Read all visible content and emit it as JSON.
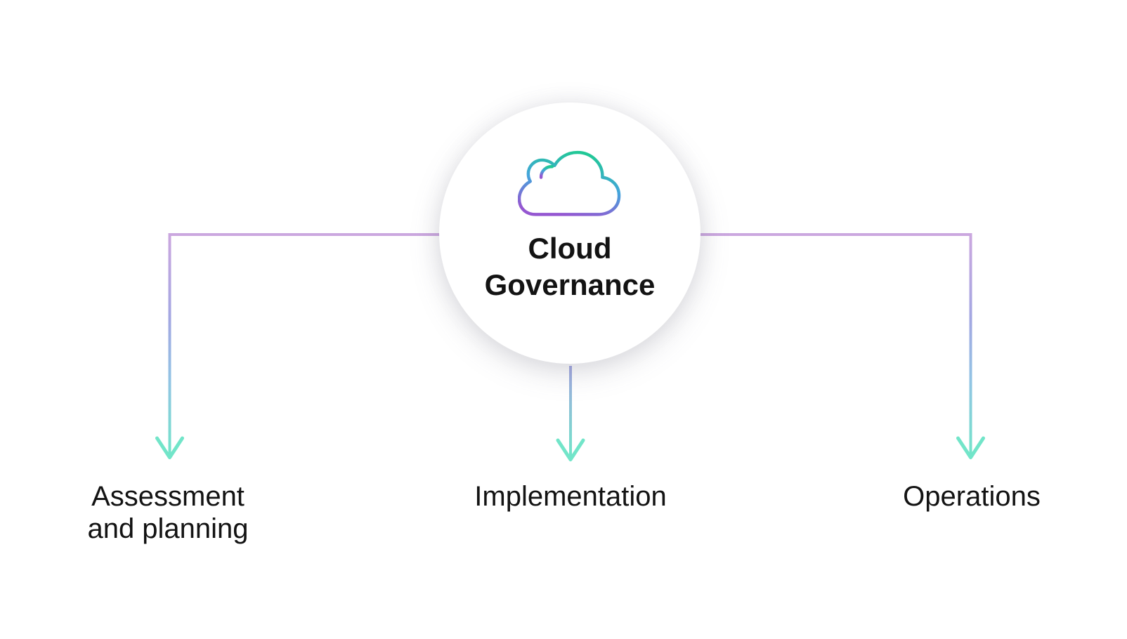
{
  "hub": {
    "title": "Cloud\nGovernance",
    "icon": "cloud-icon"
  },
  "branches": [
    {
      "label": "Assessment\nand planning"
    },
    {
      "label": "Implementation"
    },
    {
      "label": "Operations"
    }
  ],
  "colors": {
    "background": "#FFFFFF",
    "text": "#131313",
    "line_purple": "#CBA7DF",
    "line_periwinkle": "#A3A7E2",
    "line_blue": "#92C4E4",
    "line_teal": "#72E5C9",
    "cloud_green": "#21C896",
    "cloud_blue": "#44A4DC",
    "cloud_purple": "#9557D1"
  }
}
